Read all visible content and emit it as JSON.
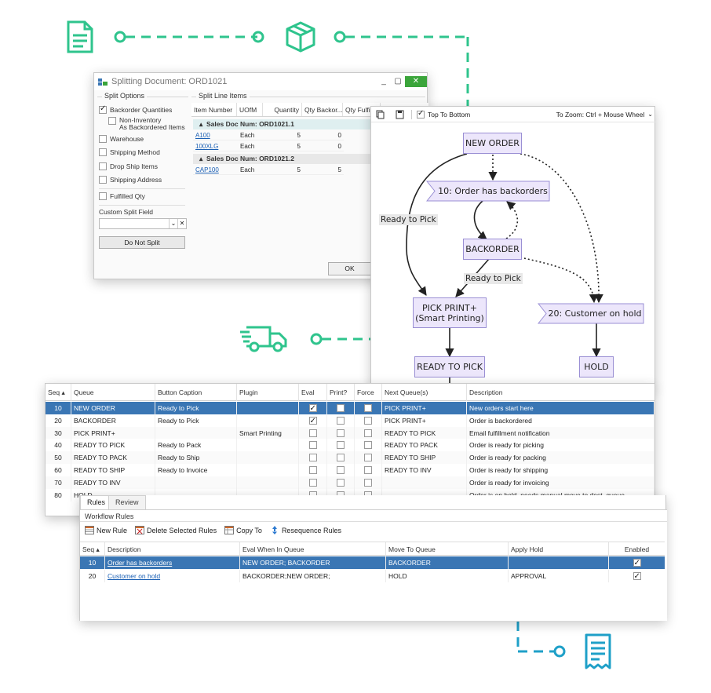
{
  "colors": {
    "accent_green": "#2fc48d",
    "accent_blue": "#1fa0c8",
    "selection": "#3a76b4",
    "node_fill": "#ece6fb",
    "node_border": "#9a8fd4"
  },
  "decor_icons": [
    "document-icon",
    "package-icon",
    "truck-icon",
    "receipt-icon"
  ],
  "split_window": {
    "title": "Splitting Document:  ORD1021",
    "split_options_title": "Split Options",
    "options": [
      {
        "label": "Backorder Quantities",
        "checked": true
      },
      {
        "label": "Non-Inventory As Backordered Items",
        "line1": "Non-Inventory",
        "line2": "As Backordered Items",
        "checked": false
      },
      {
        "label": "Warehouse",
        "checked": false
      },
      {
        "label": "Shipping Method",
        "checked": false
      },
      {
        "label": "Drop Ship Items",
        "checked": false
      },
      {
        "label": "Shipping Address",
        "checked": false
      },
      {
        "label": "Fulfilled Qty",
        "checked": false
      }
    ],
    "custom_split_label": "Custom Split Field",
    "custom_split_value": "",
    "do_not_split_label": "Do Not Split",
    "line_items_title": "Split Line Items",
    "columns": [
      "Item Number",
      "UOfM",
      "Quantity",
      "Qty Backor...",
      "Qty Fulfil"
    ],
    "groups": [
      {
        "label": "Sales Doc Num: ORD1021.1",
        "rows": [
          {
            "item": "A100",
            "uofm": "Each",
            "qty": "5",
            "backord": "0"
          },
          {
            "item": "100XLG",
            "uofm": "Each",
            "qty": "5",
            "backord": "0"
          }
        ]
      },
      {
        "label": "Sales Doc Num: ORD1021.2",
        "rows": [
          {
            "item": "CAP100",
            "uofm": "Each",
            "qty": "5",
            "backord": "5"
          }
        ]
      }
    ],
    "ok_label": "OK"
  },
  "diagram_window": {
    "top_to_bottom_label": "Top To Bottom",
    "top_to_bottom_checked": true,
    "zoom_hint": "To Zoom: Ctrl + Mouse Wheel",
    "nodes": {
      "new_order": "NEW ORDER",
      "has_backorders": "10: Order has backorders",
      "backorder": "BACKORDER",
      "pick_print_line1": "PICK PRINT+",
      "pick_print_line2": "(Smart Printing)",
      "customer_on_hold": "20: Customer on hold",
      "ready_to_pick": "READY TO PICK",
      "hold": "HOLD"
    },
    "edge_labels": {
      "left": "Ready to Pick",
      "middle": "Ready to Pick"
    }
  },
  "queue_grid": {
    "columns": [
      "Seq",
      "Queue",
      "Button Caption",
      "Plugin",
      "Eval",
      "Print?",
      "Force",
      "Next Queue(s)",
      "Description"
    ],
    "rows": [
      {
        "seq": "10",
        "queue": "NEW ORDER",
        "caption": "Ready to Pick",
        "plugin": "",
        "eval": true,
        "print": false,
        "force": false,
        "next": "PICK PRINT+",
        "desc": "New orders start here"
      },
      {
        "seq": "20",
        "queue": "BACKORDER",
        "caption": "Ready to Pick",
        "plugin": "",
        "eval": true,
        "print": false,
        "force": false,
        "next": "PICK PRINT+",
        "desc": "Order is backordered"
      },
      {
        "seq": "30",
        "queue": "PICK PRINT+",
        "caption": "",
        "plugin": "Smart Printing",
        "eval": false,
        "print": false,
        "force": false,
        "next": "READY TO PICK",
        "desc": "Email fulfillment notification"
      },
      {
        "seq": "40",
        "queue": "READY TO PICK",
        "caption": "Ready to Pack",
        "plugin": "",
        "eval": false,
        "print": false,
        "force": false,
        "next": "READY TO PACK",
        "desc": "Order is ready for picking"
      },
      {
        "seq": "50",
        "queue": "READY TO PACK",
        "caption": "Ready to Ship",
        "plugin": "",
        "eval": false,
        "print": false,
        "force": false,
        "next": "READY TO SHIP",
        "desc": "Order is ready for packing"
      },
      {
        "seq": "60",
        "queue": "READY TO SHIP",
        "caption": "Ready to Invoice",
        "plugin": "",
        "eval": false,
        "print": false,
        "force": false,
        "next": "READY TO INV",
        "desc": "Order is ready for shipping"
      },
      {
        "seq": "70",
        "queue": "READY TO INV",
        "caption": "",
        "plugin": "",
        "eval": false,
        "print": false,
        "force": false,
        "next": "",
        "desc": "Order is ready for invoicing"
      },
      {
        "seq": "80",
        "queue": "HOLD",
        "caption": "",
        "plugin": "",
        "eval": false,
        "print": false,
        "force": false,
        "next": "",
        "desc": "Order is on hold, needs manual move to dest. queue"
      }
    ]
  },
  "rules_window": {
    "tabs": [
      "Rules",
      "Review"
    ],
    "section_title": "Workflow Rules",
    "toolbar": [
      "New Rule",
      "Delete Selected Rules",
      "Copy To",
      "Resequence Rules"
    ],
    "columns": [
      "Seq",
      "Description",
      "Eval When In Queue",
      "Move To Queue",
      "Apply Hold",
      "Enabled"
    ],
    "rows": [
      {
        "seq": "10",
        "desc": "Order has backorders",
        "eval_when": "NEW ORDER; BACKORDER",
        "move_to": "BACKORDER",
        "hold": "",
        "enabled": true
      },
      {
        "seq": "20",
        "desc": "Customer on hold",
        "eval_when": "BACKORDER;NEW ORDER;",
        "move_to": "HOLD",
        "hold": "APPROVAL",
        "enabled": true
      }
    ]
  }
}
